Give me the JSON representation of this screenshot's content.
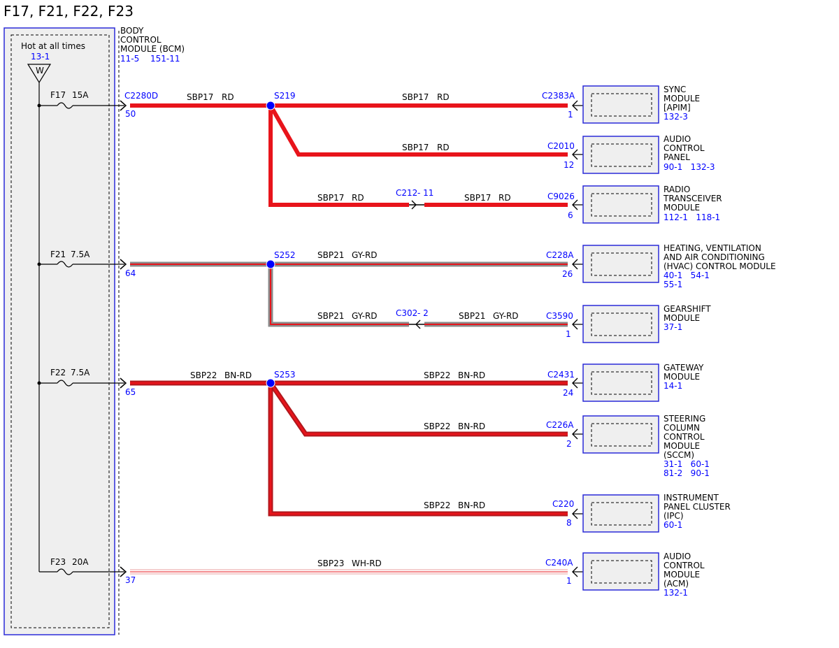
{
  "title": "F17, F21, F22, F23",
  "bcm": {
    "line1": "BODY",
    "line2": "CONTROL",
    "line3": "MODULE (BCM)",
    "ref1": "11-5",
    "ref2": "151-11"
  },
  "fuse_box": {
    "label": "Hot at all times",
    "ref": "13-1",
    "symbol": "W"
  },
  "fuses": [
    {
      "name": "F17",
      "rating": "15A",
      "pin": "50",
      "connector": "C2280D"
    },
    {
      "name": "F21",
      "rating": "7.5A",
      "pin": "64"
    },
    {
      "name": "F22",
      "rating": "7.5A",
      "pin": "65"
    },
    {
      "name": "F23",
      "rating": "20A",
      "pin": "37"
    }
  ],
  "splices": [
    "S219",
    "S252",
    "S253"
  ],
  "wires": [
    {
      "circuit": "SBP17",
      "color": "RD"
    },
    {
      "circuit": "SBP17",
      "color": "RD"
    },
    {
      "circuit": "SBP17",
      "color": "RD"
    },
    {
      "circuit": "SBP17",
      "color": "RD"
    },
    {
      "circuit": "SBP17",
      "color": "RD"
    },
    {
      "circuit": "SBP21",
      "color": "GY-RD"
    },
    {
      "circuit": "SBP21",
      "color": "GY-RD"
    },
    {
      "circuit": "SBP21",
      "color": "GY-RD"
    },
    {
      "circuit": "SBP22",
      "color": "BN-RD"
    },
    {
      "circuit": "SBP22",
      "color": "BN-RD"
    },
    {
      "circuit": "SBP22",
      "color": "BN-RD"
    },
    {
      "circuit": "SBP22",
      "color": "BN-RD"
    },
    {
      "circuit": "SBP23",
      "color": "WH-RD"
    }
  ],
  "inline_connectors": [
    {
      "label": "C212",
      "pin": "- 11"
    },
    {
      "label": "C302",
      "pin": "- 2"
    }
  ],
  "modules": [
    {
      "connector": "C2383A",
      "pin": "1",
      "lines": [
        "SYNC",
        "MODULE",
        "[APIM]"
      ],
      "refs": [
        "132-3"
      ]
    },
    {
      "connector": "C2010",
      "pin": "12",
      "lines": [
        "AUDIO",
        "CONTROL",
        "PANEL"
      ],
      "refs": [
        "90-1   132-3"
      ]
    },
    {
      "connector": "C9026",
      "pin": "6",
      "lines": [
        "RADIO",
        "TRANSCEIVER",
        "MODULE"
      ],
      "refs": [
        "112-1   118-1"
      ]
    },
    {
      "connector": "C228A",
      "pin": "26",
      "lines": [
        "HEATING, VENTILATION",
        "AND AIR CONDITIONING",
        "(HVAC) CONTROL MODULE"
      ],
      "refs": [
        "40-1   54-1",
        "55-1"
      ]
    },
    {
      "connector": "C3590",
      "pin": "1",
      "lines": [
        "GEARSHIFT",
        "MODULE"
      ],
      "refs": [
        "37-1"
      ]
    },
    {
      "connector": "C2431",
      "pin": "24",
      "lines": [
        "GATEWAY",
        "MODULE"
      ],
      "refs": [
        "14-1"
      ]
    },
    {
      "connector": "C226A",
      "pin": "2",
      "lines": [
        "STEERING",
        "COLUMN",
        "CONTROL",
        "MODULE",
        "(SCCM)"
      ],
      "refs": [
        "31-1   60-1",
        "81-2   90-1"
      ]
    },
    {
      "connector": "C220",
      "pin": "8",
      "lines": [
        "INSTRUMENT",
        "PANEL CLUSTER",
        "(IPC)"
      ],
      "refs": [
        "60-1"
      ]
    },
    {
      "connector": "C240A",
      "pin": "1",
      "lines": [
        "AUDIO",
        "CONTROL",
        "MODULE",
        "(ACM)"
      ],
      "refs": [
        "132-1"
      ]
    }
  ],
  "colors": {
    "red": "#e8141b",
    "brown_red": "#b0171c",
    "gray_red_gray": "#8a8a8a",
    "blue": "#0000ff",
    "frame_blue": "#2a2ad8"
  }
}
